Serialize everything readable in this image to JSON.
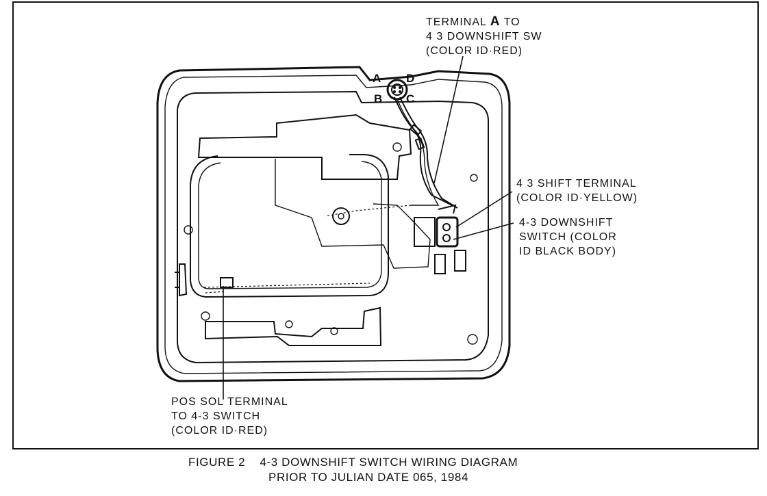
{
  "connector_pins": {
    "a": "A",
    "b": "B",
    "c": "C",
    "d": "D"
  },
  "callouts": {
    "terminal_a": {
      "line1_pre": "TERMINAL ",
      "line1_bold": "A",
      "line1_post": " TO",
      "line2": "4 3 DOWNSHIFT SW",
      "line3": "(COLOR ID·RED)"
    },
    "shift_terminal": {
      "line1": "4 3 SHIFT TERMINAL",
      "line2": "(COLOR ID·YELLOW)"
    },
    "downshift_switch": {
      "line1": "4-3 DOWNSHIFT",
      "line2": "SWITCH (COLOR",
      "line3": "ID BLACK BODY)"
    },
    "pos_sol": {
      "line1": "POS SOL TERMINAL",
      "line2": "TO 4-3 SWITCH",
      "line3": "(COLOR ID·RED)"
    }
  },
  "caption": {
    "line1": "FIGURE 2    4-3 DOWNSHIFT SWITCH WIRING DIAGRAM",
    "line2": "PRIOR TO JULIAN DATE 065, 1984"
  }
}
